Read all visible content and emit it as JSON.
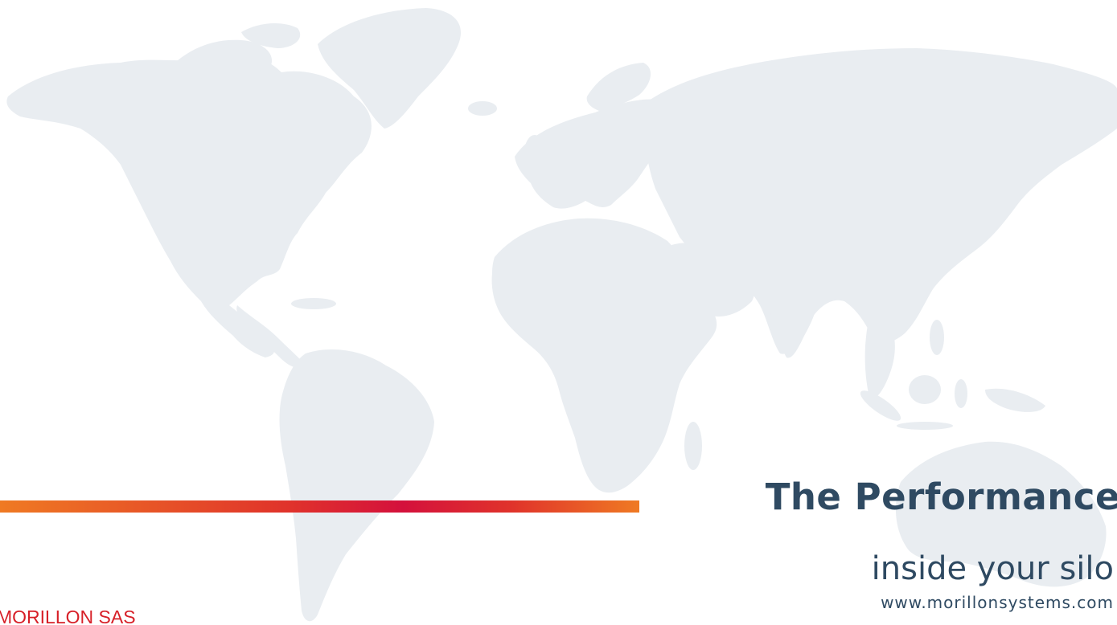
{
  "slide": {
    "tagline_main": "The Performance",
    "tagline_sub": "inside your silo",
    "website": "www.morillonsystems.com",
    "company": "MORILLON SAS"
  },
  "background": {
    "map_icon": "world-map",
    "map_color": "#e9edf1"
  },
  "colors": {
    "navy": "#2f4a62",
    "red": "#d72028",
    "gradient_orange": "#ef7a23",
    "gradient_red": "#e0332b",
    "gradient_crimson": "#d4113c"
  }
}
